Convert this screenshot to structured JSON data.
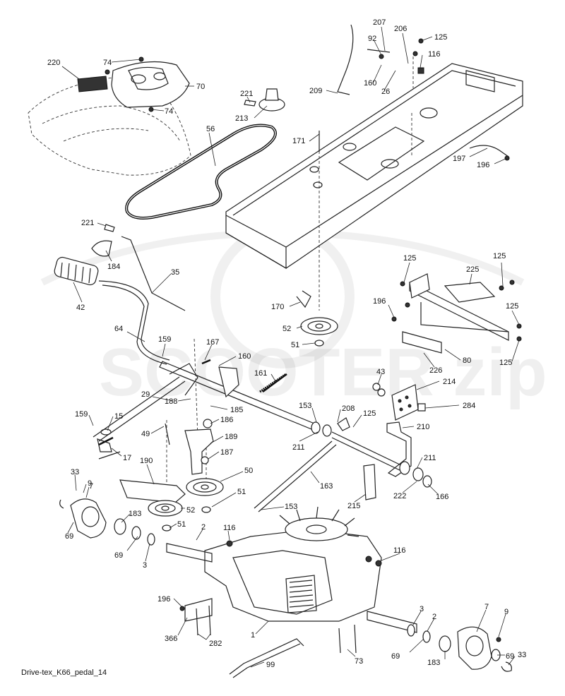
{
  "diagram": {
    "caption": "Drive-tex_K66_pedal_14",
    "watermark": "SCOOTER zip",
    "labels": [
      {
        "id": "l220",
        "text": "220"
      },
      {
        "id": "l74a",
        "text": "74"
      },
      {
        "id": "l70",
        "text": "70"
      },
      {
        "id": "l74b",
        "text": "74"
      },
      {
        "id": "l221a",
        "text": "221"
      },
      {
        "id": "l213",
        "text": "213"
      },
      {
        "id": "l56",
        "text": "56"
      },
      {
        "id": "l207",
        "text": "207"
      },
      {
        "id": "l206",
        "text": "206"
      },
      {
        "id": "l125a",
        "text": "125"
      },
      {
        "id": "l92",
        "text": "92"
      },
      {
        "id": "l116a",
        "text": "116"
      },
      {
        "id": "l209",
        "text": "209"
      },
      {
        "id": "l160a",
        "text": "160"
      },
      {
        "id": "l26",
        "text": "26"
      },
      {
        "id": "l171",
        "text": "171"
      },
      {
        "id": "l197",
        "text": "197"
      },
      {
        "id": "l196a",
        "text": "196"
      },
      {
        "id": "l221b",
        "text": "221"
      },
      {
        "id": "l184",
        "text": "184"
      },
      {
        "id": "l35",
        "text": "35"
      },
      {
        "id": "l42",
        "text": "42"
      },
      {
        "id": "l125b",
        "text": "125"
      },
      {
        "id": "l125c",
        "text": "125"
      },
      {
        "id": "l225",
        "text": "225"
      },
      {
        "id": "l170",
        "text": "170"
      },
      {
        "id": "l196b",
        "text": "196"
      },
      {
        "id": "l125d",
        "text": "125"
      },
      {
        "id": "l52a",
        "text": "52"
      },
      {
        "id": "l51a",
        "text": "51"
      },
      {
        "id": "l64",
        "text": "64"
      },
      {
        "id": "l159a",
        "text": "159"
      },
      {
        "id": "l167",
        "text": "167"
      },
      {
        "id": "l160b",
        "text": "160"
      },
      {
        "id": "l80",
        "text": "80"
      },
      {
        "id": "l125e",
        "text": "125"
      },
      {
        "id": "l226",
        "text": "226"
      },
      {
        "id": "l161",
        "text": "161"
      },
      {
        "id": "l43",
        "text": "43"
      },
      {
        "id": "l214",
        "text": "214"
      },
      {
        "id": "l29",
        "text": "29"
      },
      {
        "id": "l188",
        "text": "188"
      },
      {
        "id": "l185",
        "text": "185"
      },
      {
        "id": "l284",
        "text": "284"
      },
      {
        "id": "l159b",
        "text": "159"
      },
      {
        "id": "l15",
        "text": "15"
      },
      {
        "id": "l186",
        "text": "186"
      },
      {
        "id": "l153a",
        "text": "153"
      },
      {
        "id": "l208",
        "text": "208"
      },
      {
        "id": "l125f",
        "text": "125"
      },
      {
        "id": "l210",
        "text": "210"
      },
      {
        "id": "l49",
        "text": "49"
      },
      {
        "id": "l189",
        "text": "189"
      },
      {
        "id": "l211a",
        "text": "211"
      },
      {
        "id": "l17",
        "text": "17"
      },
      {
        "id": "l187",
        "text": "187"
      },
      {
        "id": "l211b",
        "text": "211"
      },
      {
        "id": "l190",
        "text": "190"
      },
      {
        "id": "l33a",
        "text": "33"
      },
      {
        "id": "l50",
        "text": "50"
      },
      {
        "id": "l163",
        "text": "163"
      },
      {
        "id": "l9a",
        "text": "9"
      },
      {
        "id": "l7a",
        "text": "7"
      },
      {
        "id": "l51b",
        "text": "51"
      },
      {
        "id": "l222",
        "text": "222"
      },
      {
        "id": "l166",
        "text": "166"
      },
      {
        "id": "l215",
        "text": "215"
      },
      {
        "id": "l52b",
        "text": "52"
      },
      {
        "id": "l183a",
        "text": "183"
      },
      {
        "id": "l153b",
        "text": "153"
      },
      {
        "id": "l69a",
        "text": "69"
      },
      {
        "id": "l51c",
        "text": "51"
      },
      {
        "id": "l2a",
        "text": "2"
      },
      {
        "id": "l116b",
        "text": "116"
      },
      {
        "id": "l69b",
        "text": "69"
      },
      {
        "id": "l116c",
        "text": "116"
      },
      {
        "id": "l3a",
        "text": "3"
      },
      {
        "id": "l196c",
        "text": "196"
      },
      {
        "id": "l3b",
        "text": "3"
      },
      {
        "id": "l2b",
        "text": "2"
      },
      {
        "id": "l7b",
        "text": "7"
      },
      {
        "id": "l9b",
        "text": "9"
      },
      {
        "id": "l1",
        "text": "1"
      },
      {
        "id": "l366",
        "text": "366"
      },
      {
        "id": "l282",
        "text": "282"
      },
      {
        "id": "l69c",
        "text": "69"
      },
      {
        "id": "l69d",
        "text": "69"
      },
      {
        "id": "l183b",
        "text": "183"
      },
      {
        "id": "l33b",
        "text": "33"
      },
      {
        "id": "l73",
        "text": "73"
      },
      {
        "id": "l99",
        "text": "99"
      }
    ]
  }
}
